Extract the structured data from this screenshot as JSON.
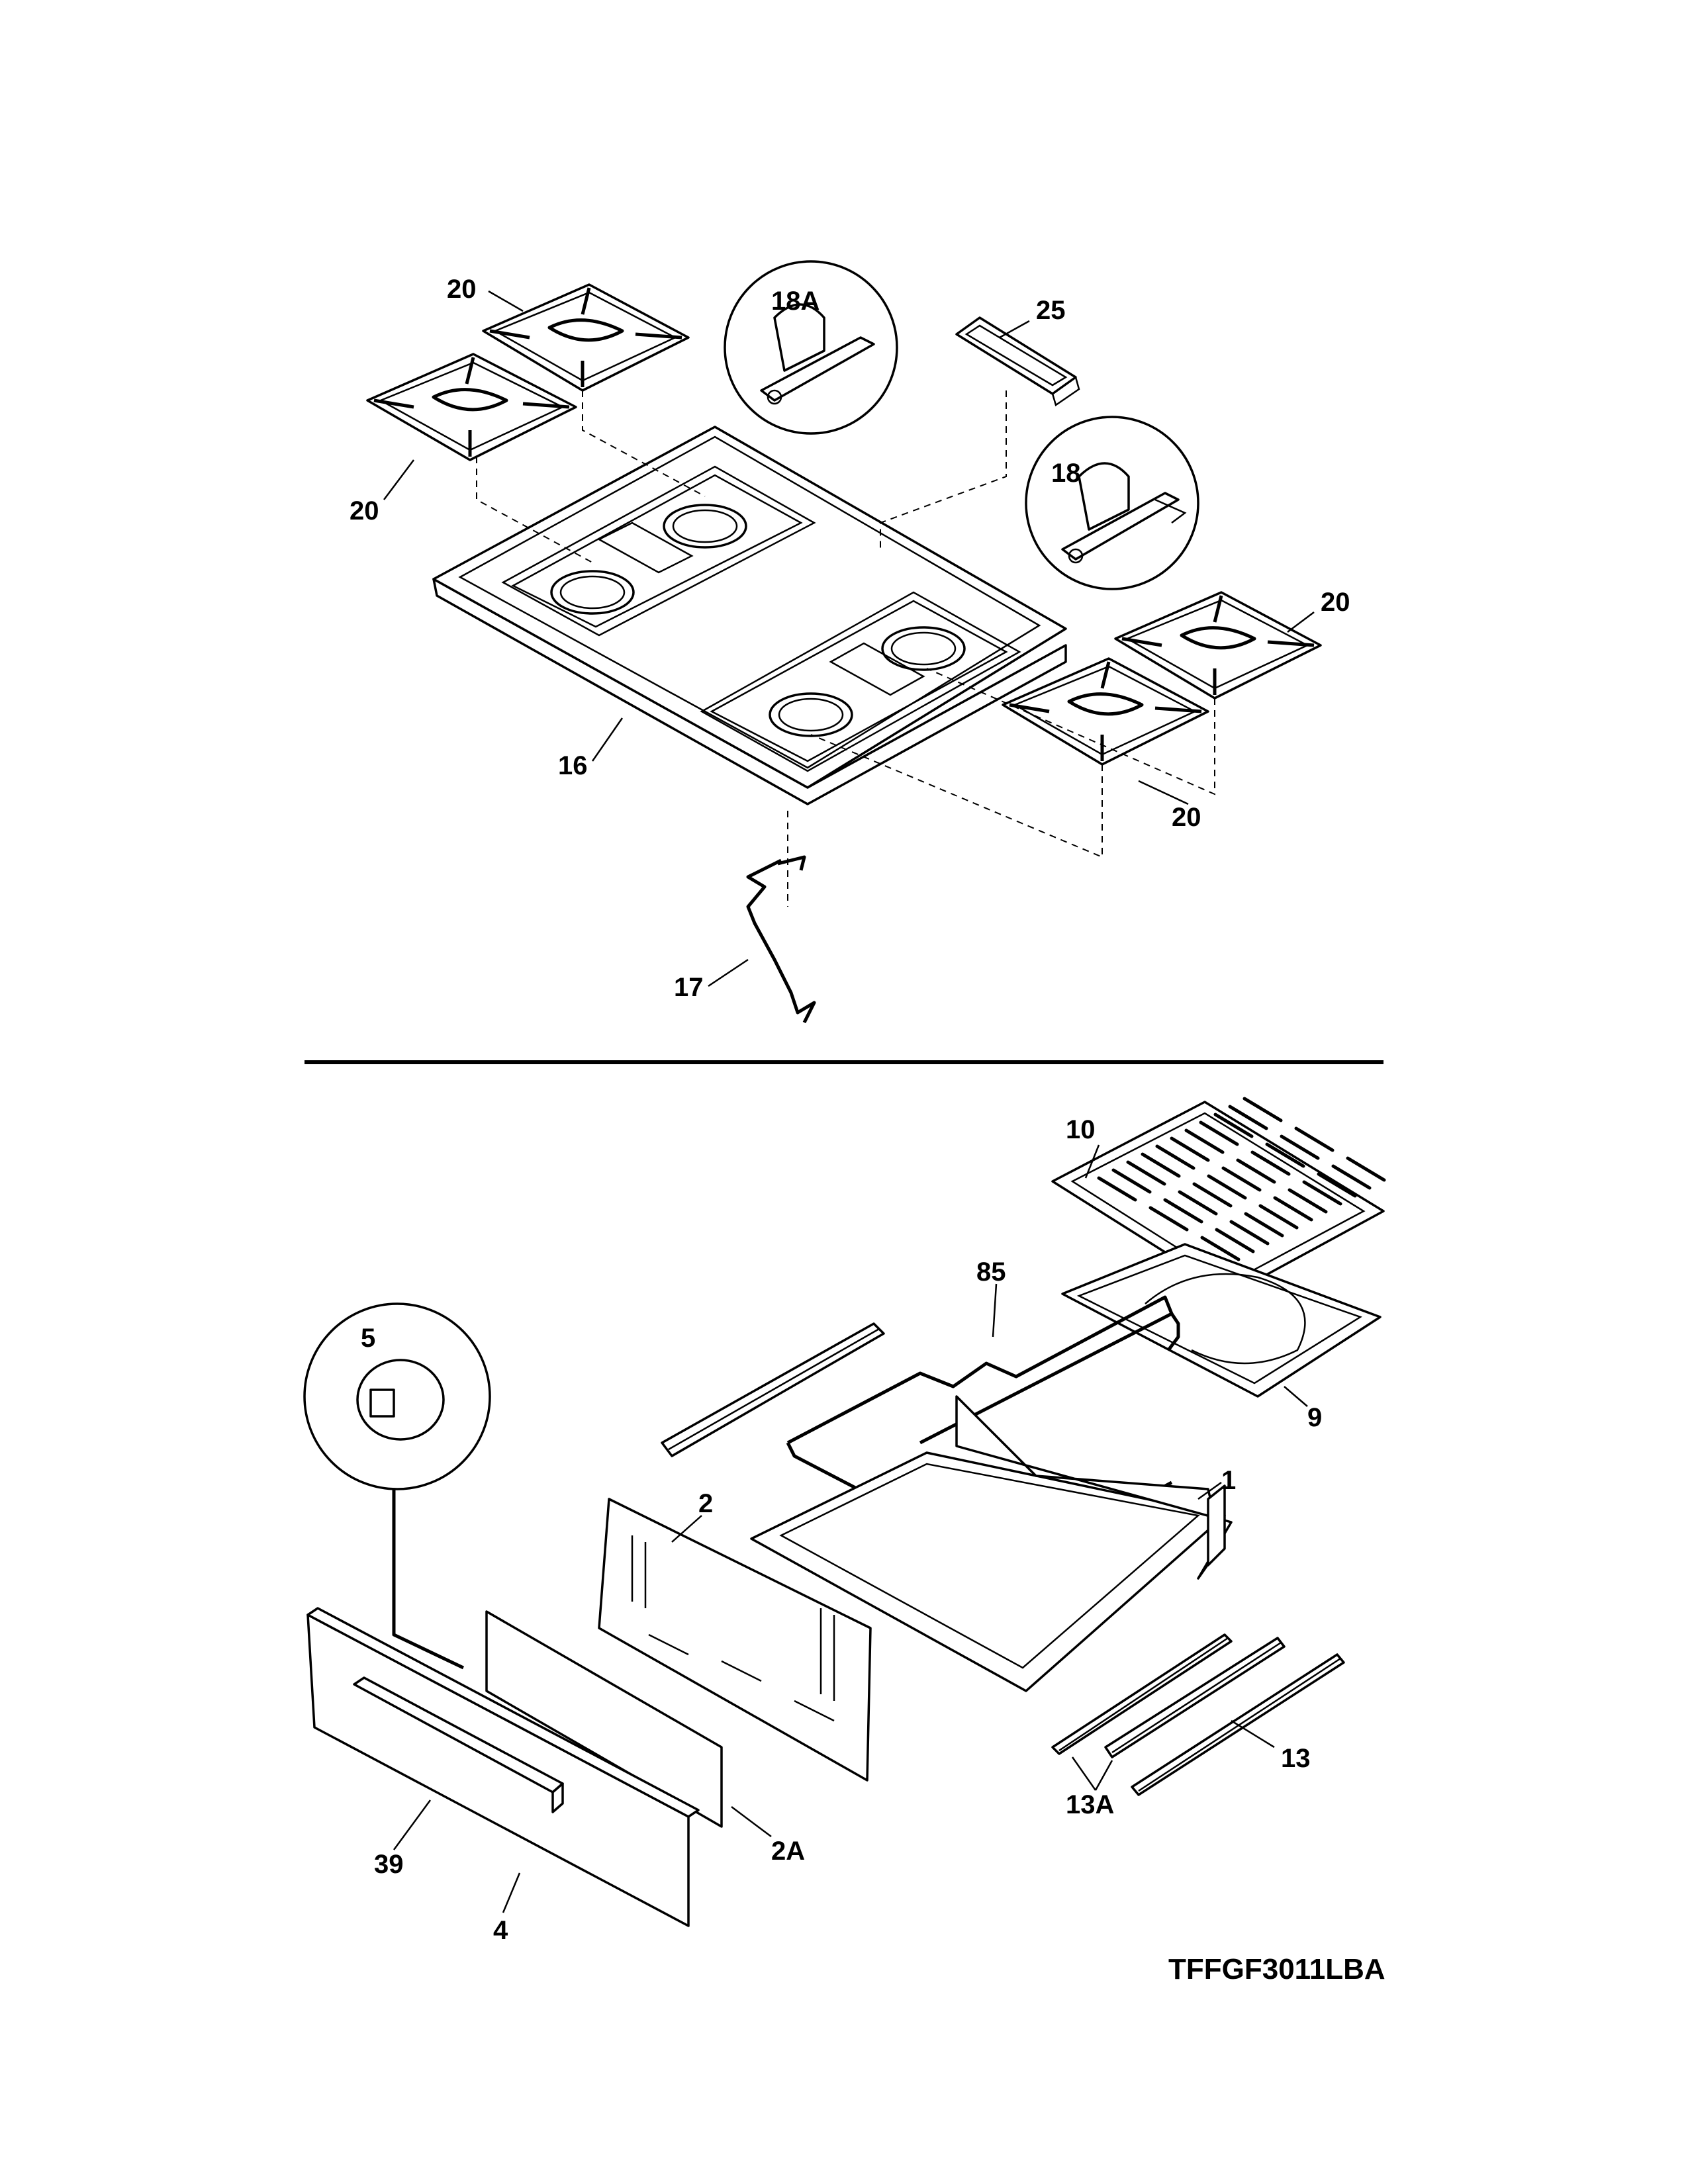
{
  "callouts": {
    "c20_top_left": "20",
    "c20_mid_left": "20",
    "c18a": "18A",
    "c25": "25",
    "c18": "18",
    "c20_right_top": "20",
    "c20_right_bottom": "20",
    "c16": "16",
    "c17": "17",
    "c10": "10",
    "c85": "85",
    "c5": "5",
    "c9": "9",
    "c1": "1",
    "c2": "2",
    "c13": "13",
    "c13a": "13A",
    "c39": "39",
    "c2a": "2A",
    "c4": "4"
  },
  "model_number": "TFFGF3011LBA"
}
